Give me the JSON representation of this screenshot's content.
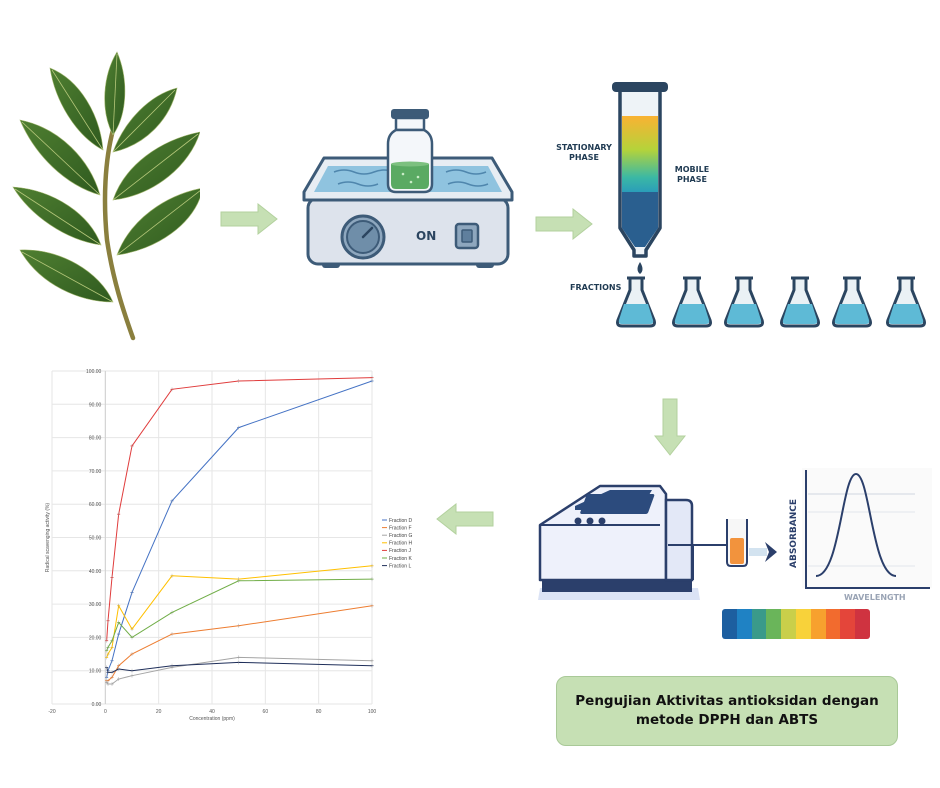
{
  "plant": {
    "icon": "leaf-branch-icon"
  },
  "sonicator": {
    "icon": "ultrasonic-bath-icon",
    "label": "ON"
  },
  "column": {
    "icon": "chromatography-column-icon",
    "stationary_label_1": "STATIONARY",
    "stationary_label_2": "PHASE",
    "mobile_label_1": "MOBILE",
    "mobile_label_2": "PHASE",
    "fractions_label": "FRACTIONS",
    "flask_count": 6
  },
  "spectrophotometer": {
    "icon": "uv-vis-spectrophotometer-icon",
    "y_label": "ABSORBANCE",
    "x_label": "WAVELENGTH",
    "spectrum_colors": [
      "#1d5fa0",
      "#1f82c4",
      "#3a9a8a",
      "#6ab55a",
      "#c9cf4a",
      "#f8d23a",
      "#f7a12e",
      "#f26b2e",
      "#e4453a",
      "#cf3340"
    ]
  },
  "arrows": {
    "color": "#c6e0b4",
    "items": [
      "arrow-right-1",
      "arrow-right-2",
      "arrow-down",
      "arrow-left"
    ]
  },
  "caption": {
    "line1": "Pengujian Aktivitas antioksidan dengan",
    "line2": "metode DPPH dan ABTS"
  },
  "chart_data": {
    "type": "line",
    "title": "",
    "xlabel": "Concentration (ppm)",
    "ylabel": "Radical scavenging activity (%)",
    "xlim": [
      -20,
      100
    ],
    "ylim": [
      0,
      100
    ],
    "x_ticks": [
      "-20",
      "0",
      "20",
      "40",
      "60",
      "80",
      "100"
    ],
    "y_ticks": [
      "0.00",
      "10.00",
      "20.00",
      "30.00",
      "40.00",
      "50.00",
      "60.00",
      "70.00",
      "80.00",
      "90.00",
      "100.00"
    ],
    "grid": true,
    "legend_position": "right",
    "x": [
      0.5,
      1,
      2.5,
      5,
      10,
      25,
      50,
      100
    ],
    "series": [
      {
        "name": "Fraction D",
        "color": "#4472c4",
        "values": [
          8,
          10,
          13,
          21,
          33.5,
          61,
          83,
          97
        ]
      },
      {
        "name": "Fraction F",
        "color": "#ed7d31",
        "values": [
          7,
          7,
          8,
          11.5,
          15,
          21,
          23.5,
          29.5
        ]
      },
      {
        "name": "Fraction G",
        "color": "#a5a5a5",
        "values": [
          6.5,
          6,
          6,
          7.5,
          8.5,
          11,
          14,
          13
        ]
      },
      {
        "name": "Fraction H",
        "color": "#ffc000",
        "values": [
          14,
          15,
          17,
          29.5,
          22.5,
          38.5,
          37.5,
          41.5
        ]
      },
      {
        "name": "Fraction J",
        "color": "#e03c3c",
        "values": [
          19,
          25,
          38,
          57,
          77.5,
          94.5,
          97,
          98
        ]
      },
      {
        "name": "Fraction K",
        "color": "#70ad47",
        "values": [
          16,
          17,
          19,
          24.5,
          20,
          27.5,
          37,
          37.5
        ]
      },
      {
        "name": "Fraction L",
        "color": "#1f2f5a",
        "values": [
          11,
          9.5,
          9.5,
          10.5,
          10,
          11.5,
          12.5,
          11.5
        ]
      }
    ]
  }
}
